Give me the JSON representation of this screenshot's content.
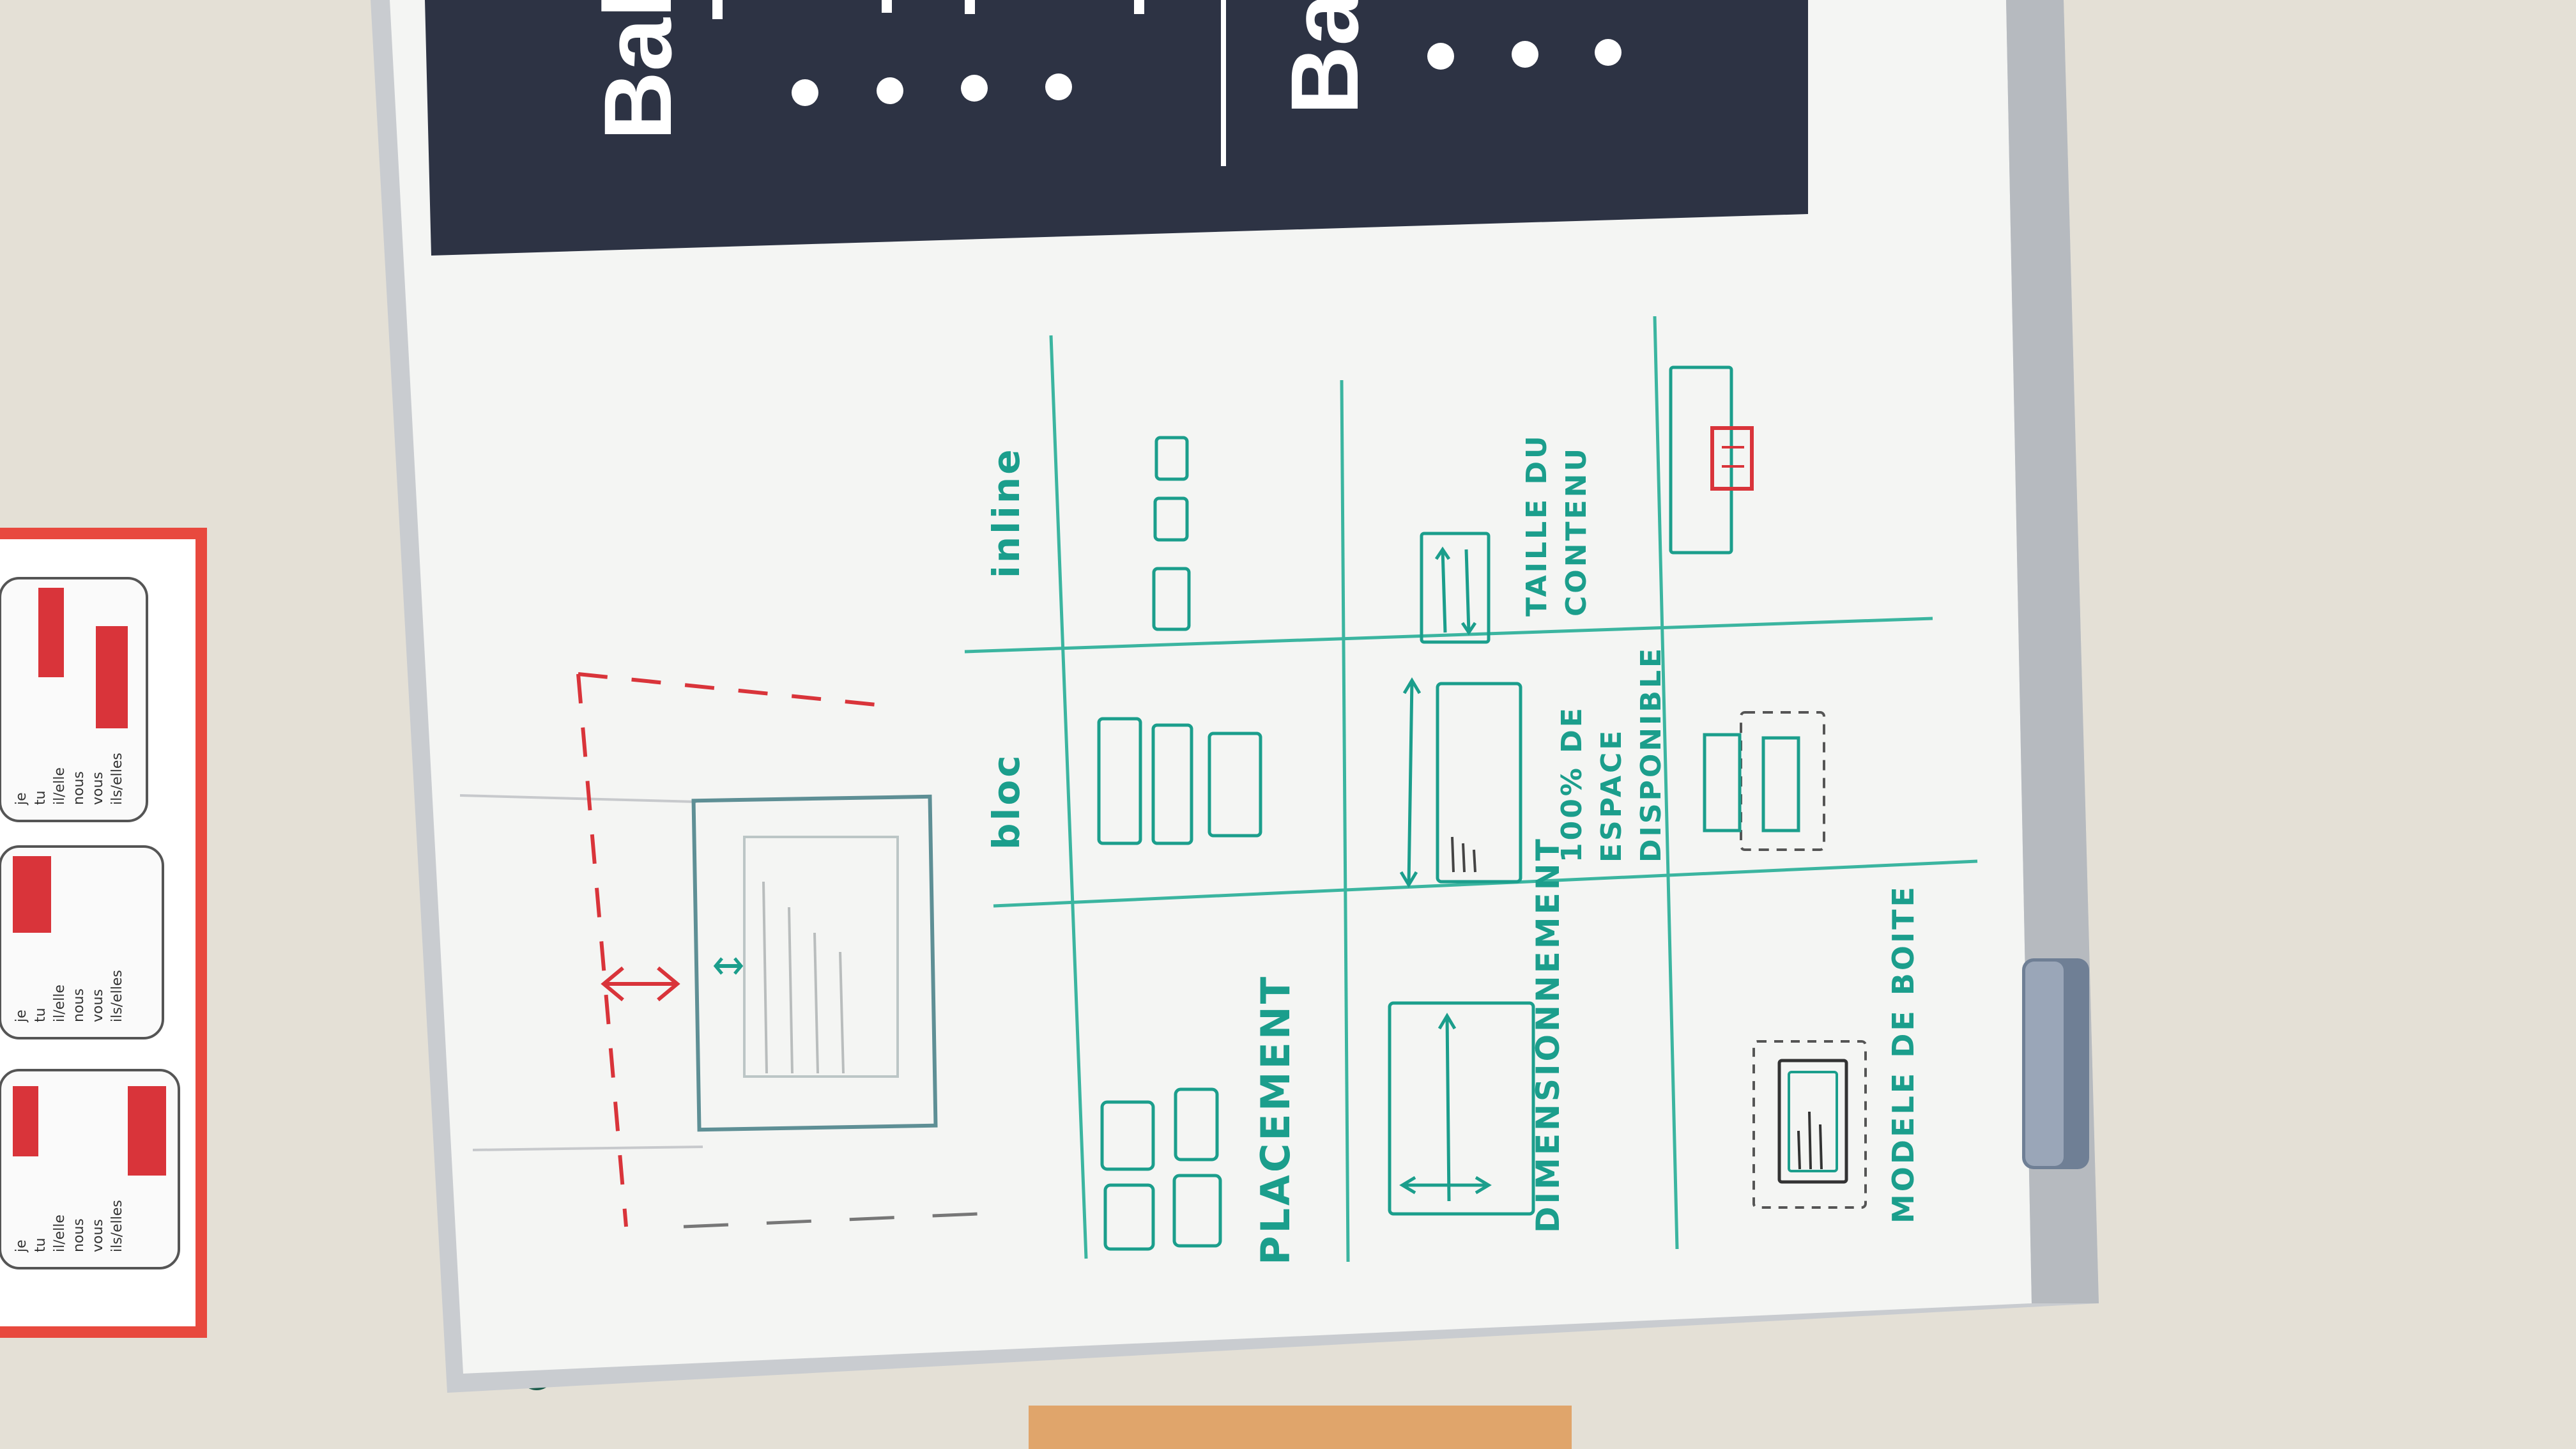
{
  "projection": {
    "left_heading": "Bal",
    "right_heading": "Ba"
  },
  "whiteboard": {
    "columns": {
      "inline": "inline",
      "block": "bloc"
    },
    "rows": {
      "placement": "PLACEMENT",
      "sizing": "DIMENSIONNEMENT",
      "box_model": "MODELE DE BOITE"
    },
    "cells": {
      "block_sizing": [
        "100% DE",
        "ESPACE",
        "DISPONIBLE"
      ],
      "inline_sizing": [
        "TAILLE DU",
        "CONTENU"
      ]
    }
  },
  "poster": {
    "rows": [
      "je",
      "tu",
      "il/elle",
      "nous",
      "vous",
      "ils/elles"
    ]
  },
  "colors": {
    "marker_green": "#1b9e8c",
    "marker_red": "#d9343a",
    "board": "#f4f5f3",
    "projection": "#2a2f3d",
    "poster_border": "#e8493e"
  }
}
